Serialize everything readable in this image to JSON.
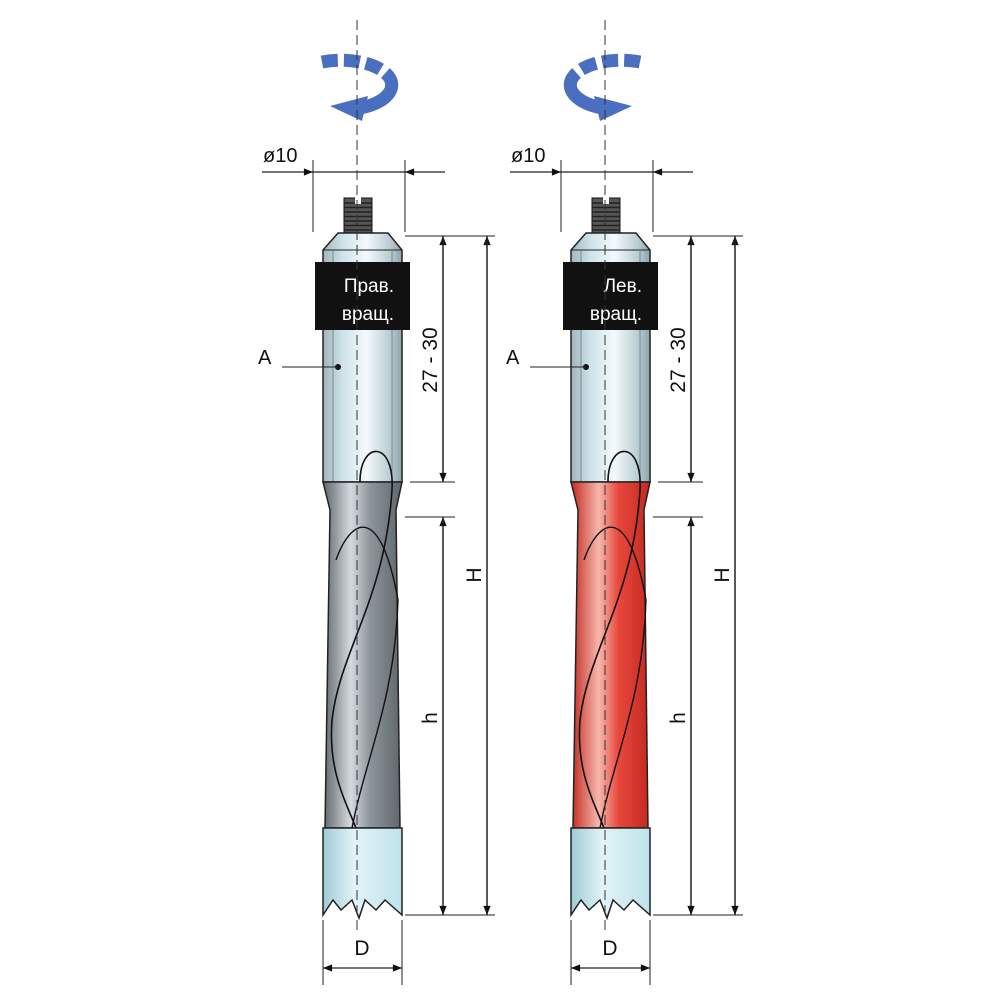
{
  "drills": [
    {
      "id": "right",
      "rotation": "clockwise",
      "label_line1": "Прав.",
      "label_line2": "вращ.",
      "flute_color": "#8c9499",
      "flute_light": "#d5dadd",
      "flute_dark": "#5d666b"
    },
    {
      "id": "left",
      "rotation": "counterclockwise",
      "label_line1": "Лев.",
      "label_line2": "вращ.",
      "flute_color": "#e8483c",
      "flute_light": "#f7b7ae",
      "flute_dark": "#c2291f"
    }
  ],
  "dimensions": {
    "shank_diameter": "ø10",
    "shank_length": "27 - 30",
    "total_length": "H",
    "working_length": "h",
    "diameter": "D",
    "point_label": "A"
  },
  "colors": {
    "arrow": "#4a6fc0",
    "shank": "#cfe3ea",
    "tip": "#bfe2ea",
    "label_box": "#111111"
  }
}
